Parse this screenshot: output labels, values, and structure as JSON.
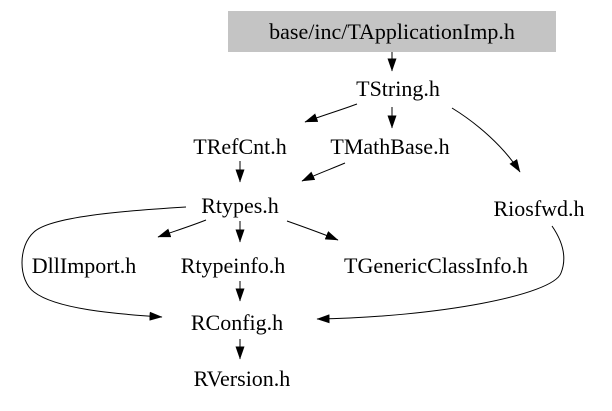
{
  "diagram": {
    "type": "include-dependency-graph",
    "colors": {
      "background": "#ffffff",
      "root_node_bg": "#c4c4c4",
      "edge": "#000000",
      "text": "#000000"
    },
    "nodes": [
      {
        "id": "root",
        "label": "base/inc/TApplicationImp.h"
      },
      {
        "id": "tstring",
        "label": "TString.h"
      },
      {
        "id": "trefcnt",
        "label": "TRefCnt.h"
      },
      {
        "id": "tmathbase",
        "label": "TMathBase.h"
      },
      {
        "id": "riosfwd",
        "label": "Riosfwd.h"
      },
      {
        "id": "rtypes",
        "label": "Rtypes.h"
      },
      {
        "id": "dllimport",
        "label": "DllImport.h"
      },
      {
        "id": "rtypeinfo",
        "label": "Rtypeinfo.h"
      },
      {
        "id": "tgenericclassinfo",
        "label": "TGenericClassInfo.h"
      },
      {
        "id": "rconfig",
        "label": "RConfig.h"
      },
      {
        "id": "rversion",
        "label": "RVersion.h"
      }
    ],
    "edges": [
      {
        "from": "base/inc/TApplicationImp.h",
        "to": "TString.h"
      },
      {
        "from": "TString.h",
        "to": "TRefCnt.h"
      },
      {
        "from": "TString.h",
        "to": "TMathBase.h"
      },
      {
        "from": "TString.h",
        "to": "Riosfwd.h"
      },
      {
        "from": "TRefCnt.h",
        "to": "Rtypes.h"
      },
      {
        "from": "TMathBase.h",
        "to": "Rtypes.h"
      },
      {
        "from": "Rtypes.h",
        "to": "DllImport.h"
      },
      {
        "from": "Rtypes.h",
        "to": "Rtypeinfo.h"
      },
      {
        "from": "Rtypes.h",
        "to": "TGenericClassInfo.h"
      },
      {
        "from": "Rtypes.h",
        "to": "RConfig.h"
      },
      {
        "from": "Rtypeinfo.h",
        "to": "RConfig.h"
      },
      {
        "from": "Riosfwd.h",
        "to": "RConfig.h"
      },
      {
        "from": "RConfig.h",
        "to": "RVersion.h"
      }
    ]
  }
}
